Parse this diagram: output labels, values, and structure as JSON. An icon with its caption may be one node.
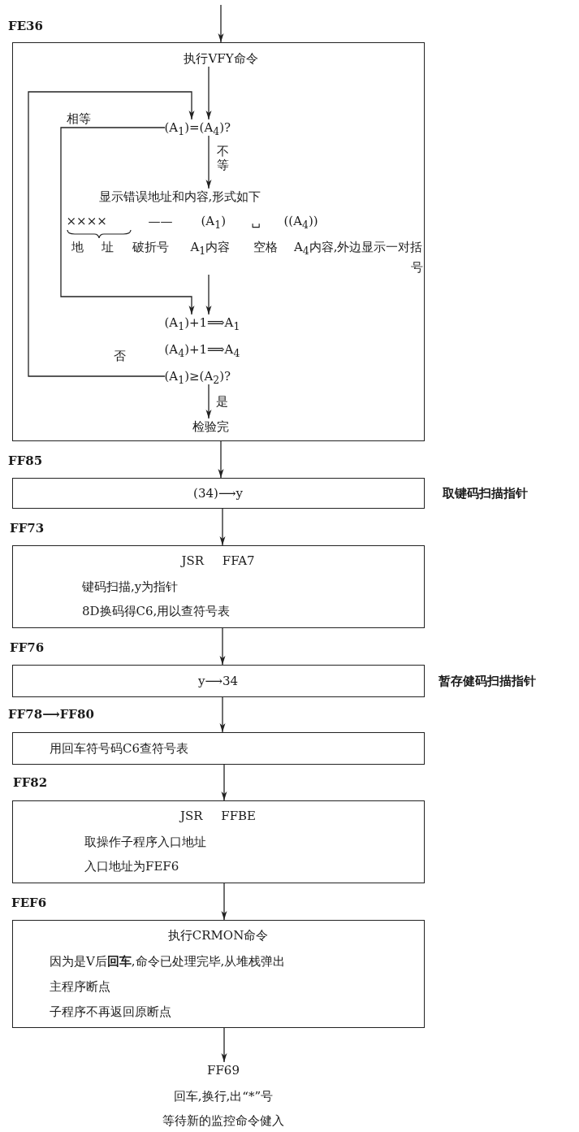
{
  "diagram": {
    "nodes": [
      {
        "text": [],
        "shape": "box",
        "beside": [
          "FE36"
        ]
      },
      {
        "text": [
          "执行VFY命令"
        ],
        "in": 0
      },
      {
        "text": [
          "(A$_{1}$)=(A$_{4}$)?"
        ],
        "in": 0
      },
      {
        "text": [
          "显示错误地址和内容,形式如下",
          "××××",
          "——",
          "(A$_{1}$)",
          "␣",
          "((A$_{4}$))",
          "地址",
          "破折号",
          "A$_{1}$内容",
          "空格",
          "A$_{4}$内容,外边显示一对括号"
        ],
        "in": 0
      },
      {
        "text": [
          "(A$_{1}$)+1⟹A$_{1}$"
        ],
        "in": 0
      },
      {
        "text": [
          "(A$_{4}$)+1⟹A$_{4}$"
        ],
        "in": 0
      },
      {
        "text": [
          "(A$_{1}$)≥(A$_{2}$)?"
        ],
        "in": 0
      },
      {
        "text": [
          "检验完"
        ],
        "in": 0
      },
      {
        "text": [
          "(34)⟶y"
        ],
        "beside": [
          "FF85",
          "取键码扫描指针"
        ]
      },
      {
        "text": [
          "JSR FFA7",
          "键码扫描,y为指针",
          "8D换码得C6,用以查符号表"
        ],
        "beside": [
          "FF73"
        ]
      },
      {
        "text": [
          "y⟶34"
        ],
        "beside": [
          "FF76",
          "暂存健码扫描指针"
        ]
      },
      {
        "text": [
          "用回车符号码C6查符号表"
        ],
        "beside": [
          "FF78⟶FF80"
        ]
      },
      {
        "text": [
          "JSR FFBE",
          "取操作子程序入口地址",
          "入口地址为FEF6"
        ],
        "beside": [
          "FF82"
        ]
      },
      {
        "text": [
          "执行CRMON命令",
          "因为是V后**回车**,命令已处理完毕,从堆栈弹出",
          "主程序断点",
          "子程序不再返回原断点"
        ],
        "beside": [
          "FEF6"
        ]
      },
      {
        "text": [
          "FF69",
          "回车,换行,出“*”号",
          "等待新的监控命令健入"
        ]
      }
    ],
    "edges": [
      {
        "from": null,
        "to": 0,
        "arrow": "to"
      },
      {
        "from": 1,
        "to": 2,
        "arrow": "to"
      },
      {
        "from": 2,
        "to": 3,
        "arrow": "to",
        "label": "不等"
      },
      {
        "from": 2,
        "to": 4,
        "arrow": "to",
        "label": "相等"
      },
      {
        "from": 3,
        "to": 4,
        "arrow": "to"
      },
      {
        "from": 6,
        "to": 2,
        "arrow": "to",
        "label": "否"
      },
      {
        "from": 6,
        "to": 7,
        "arrow": "to",
        "label": "是"
      },
      {
        "from": 0,
        "to": 8,
        "arrow": "to"
      },
      {
        "from": 8,
        "to": 9,
        "arrow": "to"
      },
      {
        "from": 9,
        "to": 10,
        "arrow": "to"
      },
      {
        "from": 10,
        "to": 11,
        "arrow": "to"
      },
      {
        "from": 11,
        "to": 12,
        "arrow": "to"
      },
      {
        "from": 12,
        "to": 13,
        "arrow": "to"
      },
      {
        "from": 13,
        "to": 14,
        "arrow": "to"
      }
    ]
  }
}
